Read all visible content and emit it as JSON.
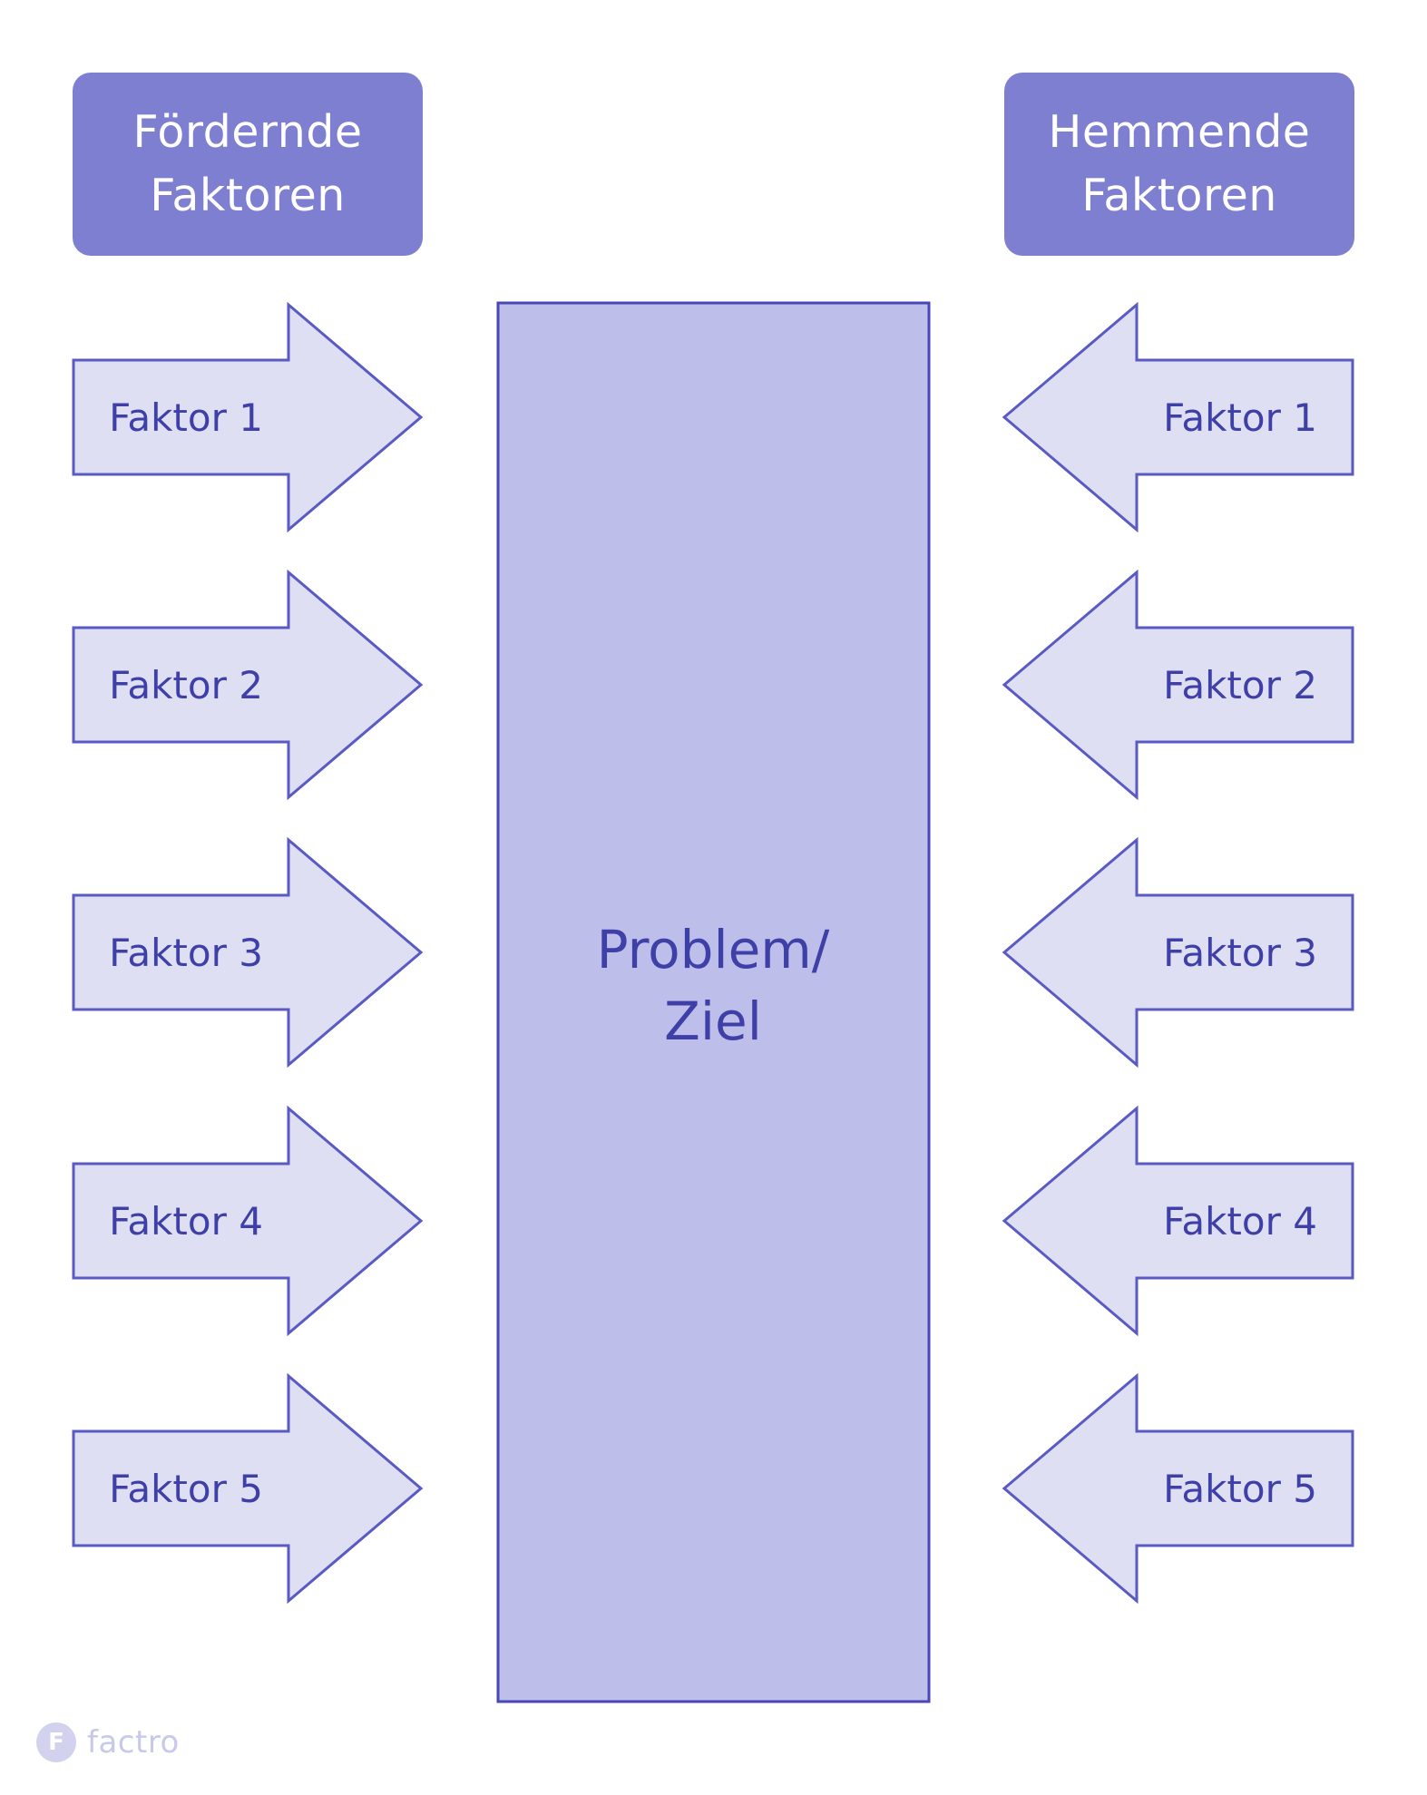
{
  "headers": {
    "left": {
      "line1": "Fördernde",
      "line2": "Faktoren"
    },
    "right": {
      "line1": "Hemmende",
      "line2": "Faktoren"
    }
  },
  "center": {
    "line1": "Problem/",
    "line2": "Ziel"
  },
  "left_factors": [
    "Faktor 1",
    "Faktor 2",
    "Faktor 3",
    "Faktor 4",
    "Faktor 5"
  ],
  "right_factors": [
    "Faktor 1",
    "Faktor 2",
    "Faktor 3",
    "Faktor 4",
    "Faktor 5"
  ],
  "logo": {
    "mark": "F",
    "text": "factro"
  },
  "colors": {
    "header_fill": "#7f7fd1",
    "arrow_fill": "#dfdff4",
    "arrow_stroke": "#5a5ac4",
    "center_fill": "#bebeeb",
    "center_stroke": "#4747b5",
    "text_primary": "#3f3fa8",
    "logo": "#c8c8ea"
  }
}
